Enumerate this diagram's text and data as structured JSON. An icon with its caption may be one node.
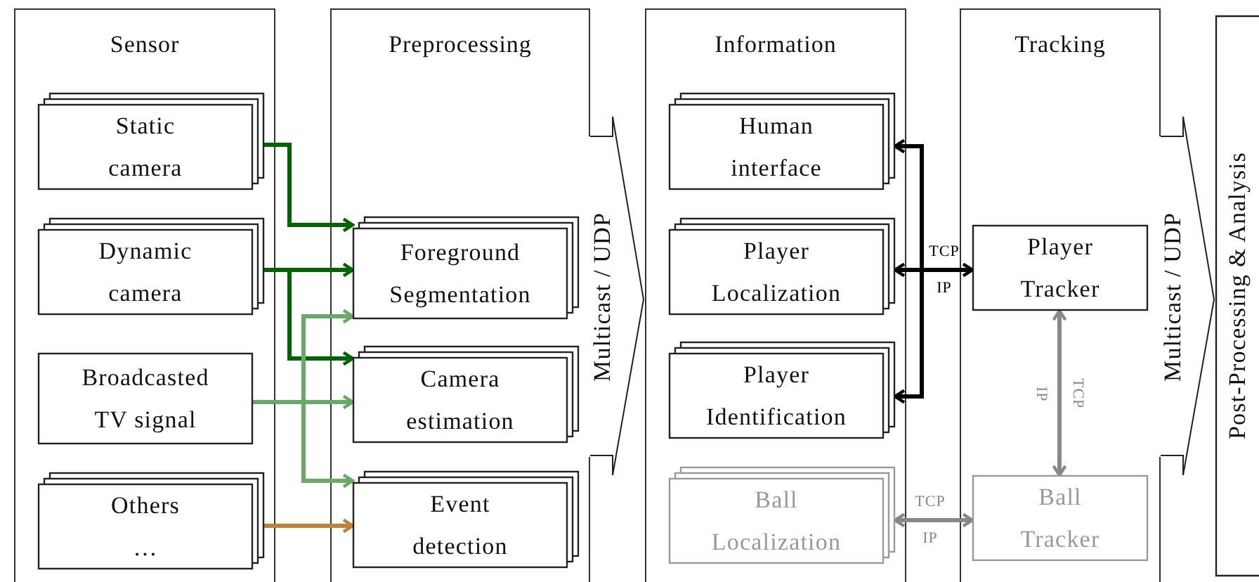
{
  "diagram": {
    "nodes": [
      {
        "text": [
          "Sensor"
        ]
      },
      {
        "text": [
          "Static camera"
        ],
        "in": 0
      },
      {
        "text": [
          "Dynamic camera"
        ],
        "in": 0
      },
      {
        "text": [
          "Broadcasted TV signal"
        ],
        "in": 0
      },
      {
        "text": [
          "Others …"
        ],
        "in": 0
      },
      {
        "text": [
          "Preprocessing"
        ]
      },
      {
        "text": [
          "Foreground Segmentation"
        ],
        "in": 5
      },
      {
        "text": [
          "Camera estimation"
        ],
        "in": 5
      },
      {
        "text": [
          "Event detection"
        ],
        "in": 5
      },
      {
        "text": [
          "Multicast / UDP"
        ]
      },
      {
        "text": [
          "Information"
        ]
      },
      {
        "text": [
          "Human interface"
        ],
        "in": 10
      },
      {
        "text": [
          "Player Localization"
        ],
        "in": 10
      },
      {
        "text": [
          "Player Identification"
        ],
        "in": 10
      },
      {
        "text": [
          "Ball Localization"
        ],
        "in": 10
      },
      {
        "text": [
          "Tracking"
        ]
      },
      {
        "text": [
          "Player Tracker"
        ],
        "in": 15
      },
      {
        "text": [
          "Ball Tracker"
        ],
        "in": 15
      },
      {
        "text": [
          "Multicast / UDP"
        ]
      },
      {
        "text": [
          "Post-Processing & Analysis"
        ]
      }
    ],
    "edges": [
      {
        "from": 1,
        "to": 6,
        "arrow": "to",
        "color": "#006400"
      },
      {
        "from": 2,
        "to": 6,
        "arrow": "to",
        "color": "#006400"
      },
      {
        "from": 2,
        "to": 7,
        "arrow": "to",
        "color": "#006400"
      },
      {
        "from": 3,
        "to": 7,
        "arrow": "to",
        "color": "#6aa966"
      },
      {
        "from": 3,
        "to": 6,
        "arrow": "to",
        "color": "#6aa966"
      },
      {
        "from": 3,
        "to": 8,
        "arrow": "to",
        "color": "#6aa966"
      },
      {
        "from": 4,
        "to": 8,
        "arrow": "to",
        "color": "#c0803c"
      },
      {
        "from": 16,
        "to": 11,
        "arrow": "to",
        "color": "#000000"
      },
      {
        "from": 12,
        "to": 16,
        "label": "TCP IP",
        "arrow": "both",
        "color": "#000000"
      },
      {
        "from": 16,
        "to": 13,
        "arrow": "to",
        "color": "#000000"
      },
      {
        "from": 16,
        "to": 17,
        "label": "TCP IP",
        "arrow": "both",
        "color": "#888888"
      },
      {
        "from": 14,
        "to": 17,
        "label": "TCP IP",
        "arrow": "both",
        "color": "#888888"
      }
    ]
  }
}
